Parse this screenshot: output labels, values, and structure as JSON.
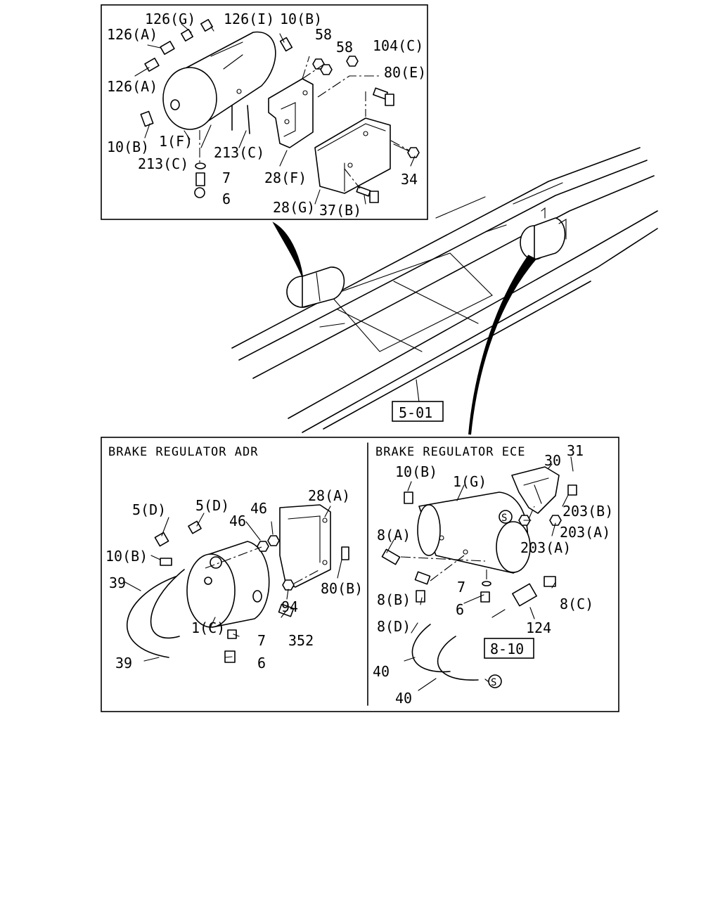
{
  "top_detail": {
    "labels": {
      "l126g": "126(G)",
      "l126i": "126(I)",
      "l10b_top": "10(B)",
      "l126a_1": "126(A)",
      "l58_1": "58",
      "l58_2": "58",
      "l104c": "104(C)",
      "l80e": "80(E)",
      "l126a_2": "126(A)",
      "l10b_left": "10(B)",
      "l1f": "1(F)",
      "l213c_1": "213(C)",
      "l213c_2": "213(C)",
      "l7": "7",
      "l6": "6",
      "l28f": "28(F)",
      "l34": "34",
      "l28g": "28(G)",
      "l37b": "37(B)"
    }
  },
  "frame_view": {
    "ref_box": "5-01"
  },
  "adr_panel": {
    "heading": "BRAKE REGULATOR ADR",
    "labels": {
      "l5d_1": "5(D)",
      "l5d_2": "5(D)",
      "l46_1": "46",
      "l46_2": "46",
      "l28a": "28(A)",
      "l10b": "10(B)",
      "l39_1": "39",
      "l80b": "80(B)",
      "l94": "94",
      "l1c": "1(C)",
      "l7": "7",
      "l352": "352",
      "l39_2": "39",
      "l6": "6"
    }
  },
  "ece_panel": {
    "heading": "BRAKE REGULATOR ECE",
    "labels": {
      "l10b": "10(B)",
      "l1g": "1(G)",
      "l30": "30",
      "l31": "31",
      "l203b": "203(B)",
      "ls1": "S",
      "l203a_1": "203(A)",
      "l203a_2": "203(A)",
      "l8a": "8(A)",
      "l7": "7",
      "l8b": "8(B)",
      "l6": "6",
      "l8c": "8(C)",
      "l8d": "8(D)",
      "l124": "124",
      "ref_box": "8-10",
      "l40_1": "40",
      "l40_2": "40",
      "ls2": "S"
    }
  }
}
